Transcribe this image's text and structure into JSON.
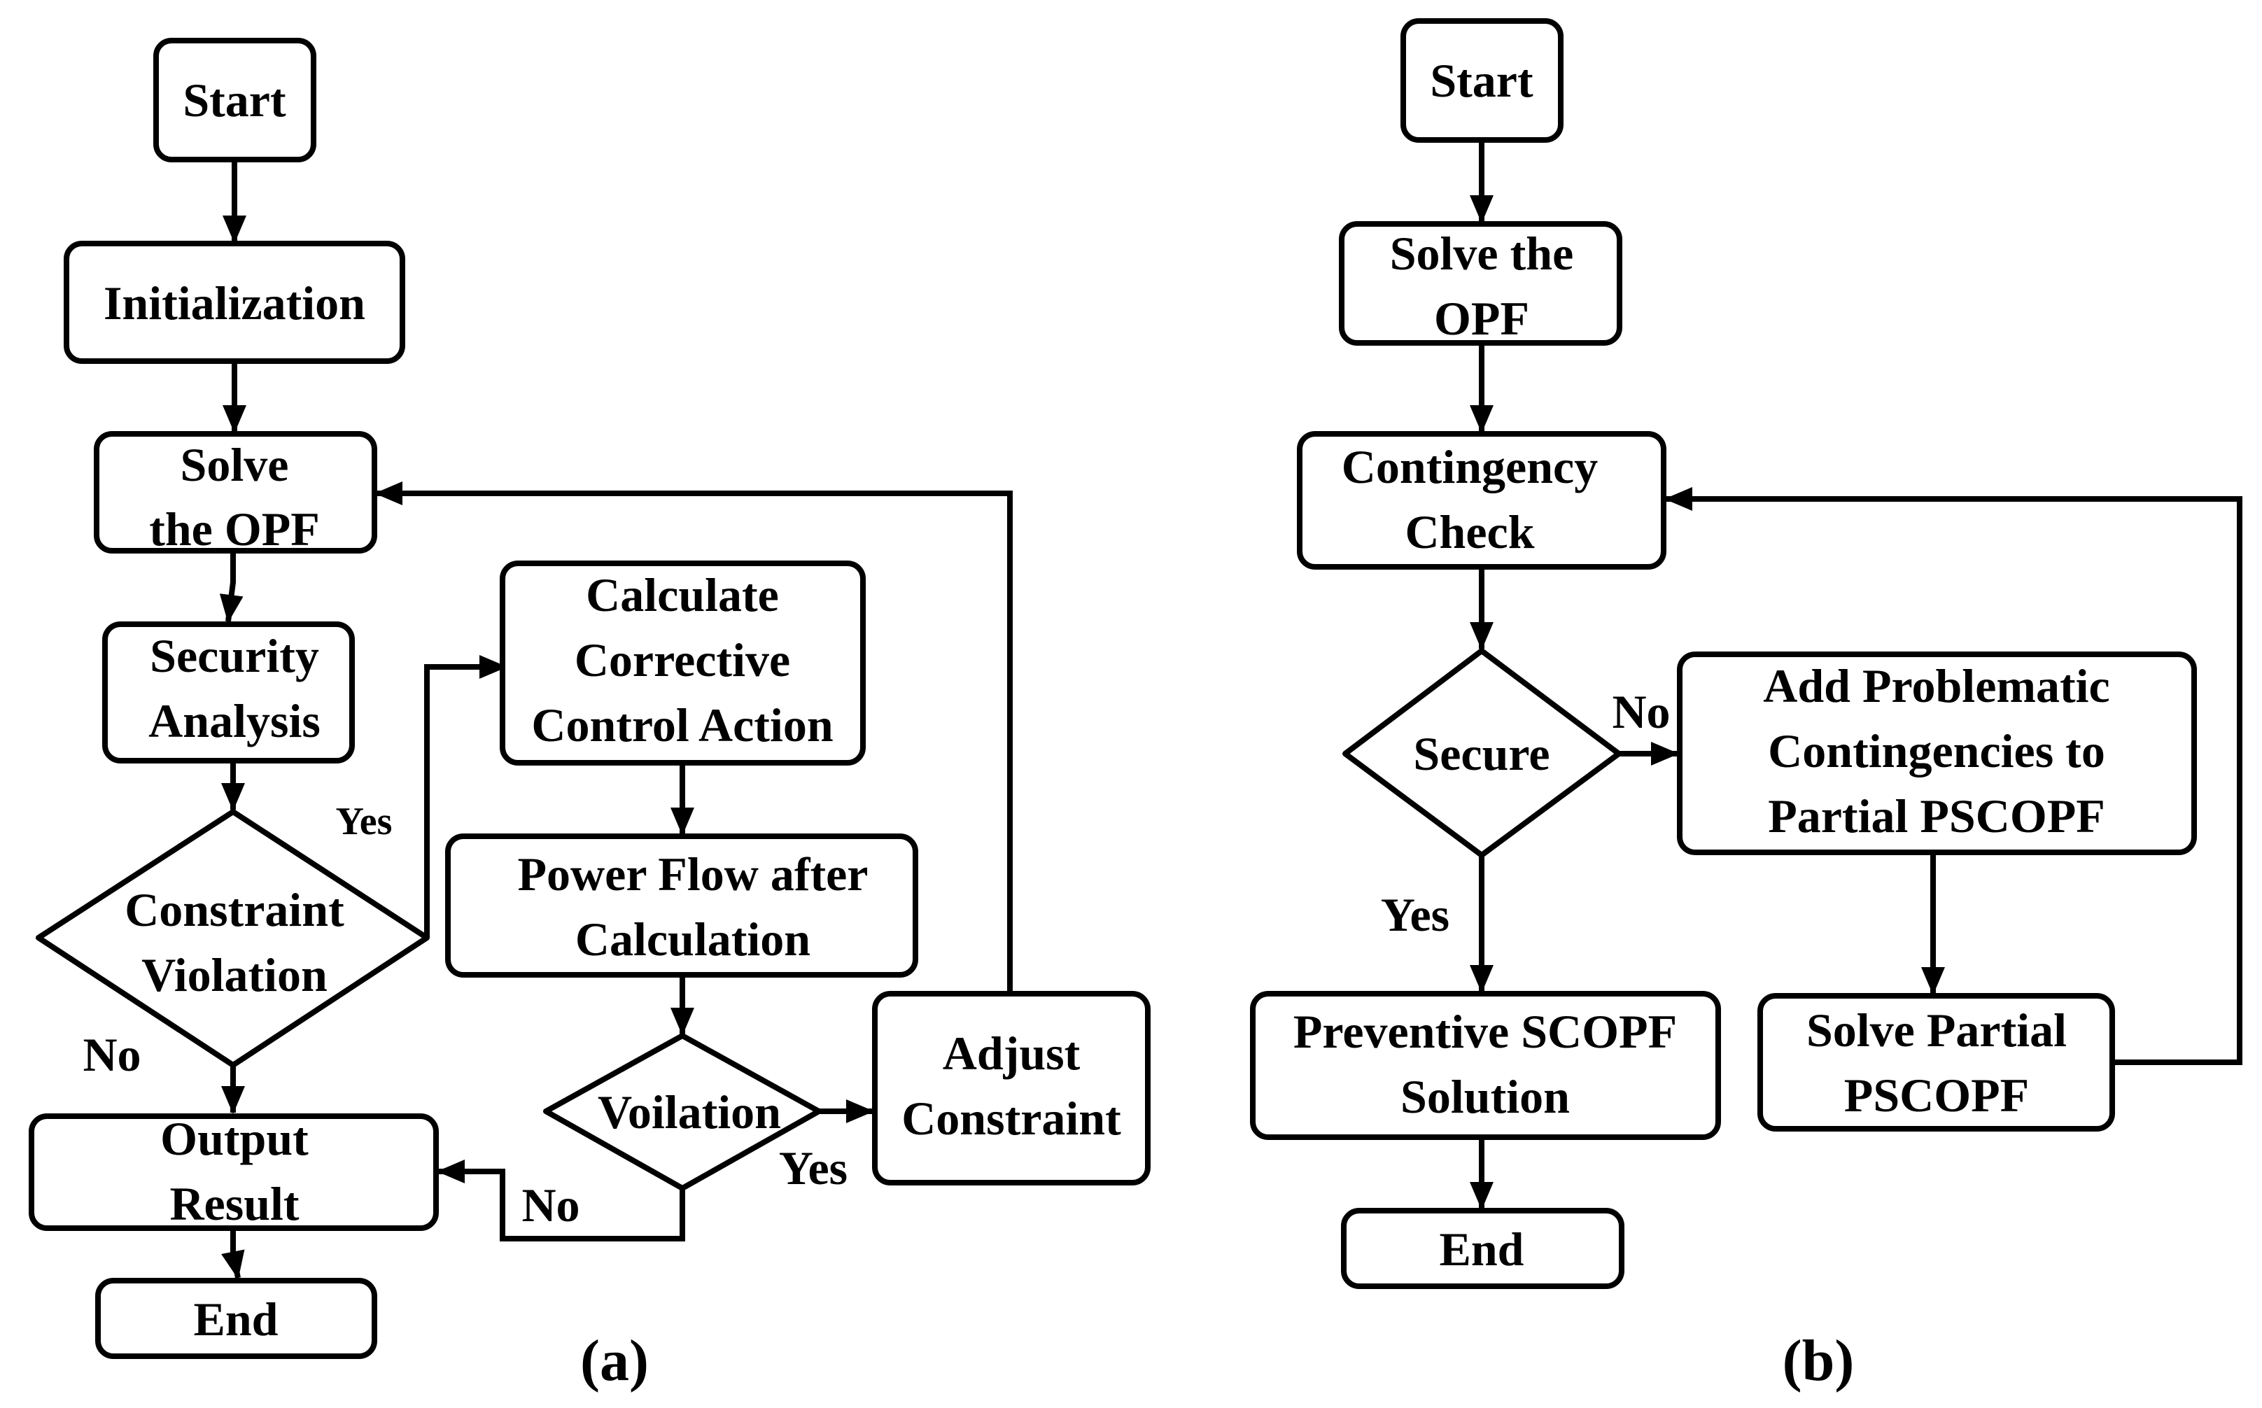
{
  "panel_a": {
    "start": "Start",
    "init": "Initialization",
    "solve_opf": [
      "Solve",
      "the OPF"
    ],
    "security": [
      "Security",
      "Analysis"
    ],
    "constraint": [
      "Constraint",
      "Violation"
    ],
    "calc": [
      "Calculate",
      "Corrective",
      "Control Action"
    ],
    "power_flow": [
      "Power Flow after",
      "Calculation"
    ],
    "violation": "Voilation",
    "adjust": [
      "Adjust",
      "Constraint"
    ],
    "output": [
      "Output",
      "Result"
    ],
    "end": "End",
    "label_yes_constraint": "Yes",
    "label_no_constraint": "No",
    "label_yes_violation": "Yes",
    "label_no_violation": "No",
    "caption": "(a)"
  },
  "panel_b": {
    "start": "Start",
    "solve_opf": [
      "Solve the",
      "OPF"
    ],
    "contingency": [
      "Contingency",
      "Check"
    ],
    "secure": "Secure",
    "add": [
      "Add Problematic",
      "Contingencies to",
      "Partial PSCOPF"
    ],
    "preventive": [
      "Preventive SCOPF",
      "Solution"
    ],
    "solve_partial": [
      "Solve Partial",
      "PSCOPF"
    ],
    "end": "End",
    "label_no": "No",
    "label_yes": "Yes",
    "caption": "(b)"
  }
}
